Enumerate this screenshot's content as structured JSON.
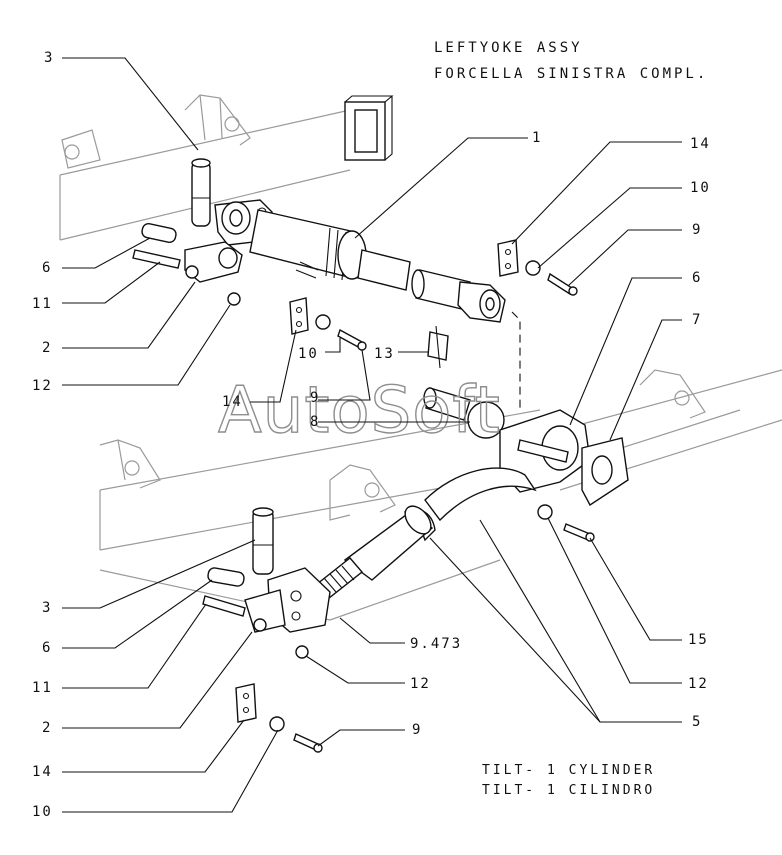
{
  "title": {
    "line1": "LEFTYOKE ASSY",
    "line2": "FORCELLA SINISTRA COMPL."
  },
  "caption": {
    "line1": "TILT- 1 CYLINDER",
    "line2": "TILT- 1 CILINDRO"
  },
  "watermark": "AutoSoft",
  "callouts": [
    {
      "id": "c-3-top",
      "text": "3"
    },
    {
      "id": "c-6-top",
      "text": "6"
    },
    {
      "id": "c-11-top",
      "text": "11"
    },
    {
      "id": "c-2-top",
      "text": "2"
    },
    {
      "id": "c-12-top",
      "text": "12"
    },
    {
      "id": "c-1",
      "text": "1"
    },
    {
      "id": "c-14-top",
      "text": "14"
    },
    {
      "id": "c-10-top",
      "text": "10"
    },
    {
      "id": "c-9-top",
      "text": "9"
    },
    {
      "id": "c-6-right",
      "text": "6"
    },
    {
      "id": "c-7",
      "text": "7"
    },
    {
      "id": "c-10-mid",
      "text": "10"
    },
    {
      "id": "c-13",
      "text": "13"
    },
    {
      "id": "c-14-mid",
      "text": "14"
    },
    {
      "id": "c-9-mid",
      "text": "9"
    },
    {
      "id": "c-8",
      "text": "8"
    },
    {
      "id": "c-3-bot",
      "text": "3"
    },
    {
      "id": "c-6-bot",
      "text": "6"
    },
    {
      "id": "c-11-bot",
      "text": "11"
    },
    {
      "id": "c-2-bot",
      "text": "2"
    },
    {
      "id": "c-14-bot",
      "text": "14"
    },
    {
      "id": "c-10-bot",
      "text": "10"
    },
    {
      "id": "c-9473",
      "text": "9.473"
    },
    {
      "id": "c-12-bot",
      "text": "12"
    },
    {
      "id": "c-9-bot",
      "text": "9"
    },
    {
      "id": "c-15",
      "text": "15"
    },
    {
      "id": "c-12-right",
      "text": "12"
    },
    {
      "id": "c-5",
      "text": "5"
    }
  ]
}
